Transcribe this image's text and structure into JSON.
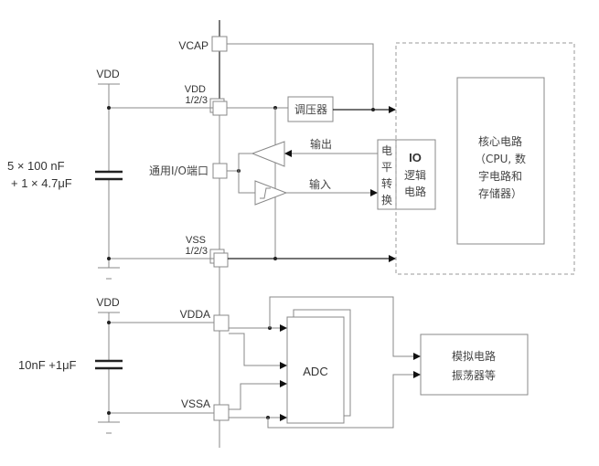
{
  "labels": {
    "vcap": "VCAP",
    "vdd_top": "VDD",
    "vdd_pin": "VDD",
    "vdd_pin_sub": "1/2/3",
    "io_port": "通用I/O端口",
    "vss_pin": "VSS",
    "vss_pin_sub": "1/2/3",
    "cap_top_1": "5 × 100 nF",
    "cap_top_2": "+ 1 × 4.7μF",
    "regulator": "调压器",
    "output": "输出",
    "input": "输入",
    "level_shift": [
      "电",
      "平",
      "转",
      "换"
    ],
    "io_logic_1": "IO",
    "io_logic_2": "逻辑",
    "io_logic_3": "电路",
    "core_1": "核心电路",
    "core_2": "（CPU, 数",
    "core_3": "字电路和",
    "core_4": "存储器）",
    "vdd_bottom": "VDD",
    "vdda": "VDDA",
    "vssa": "VSSA",
    "cap_bottom": "10nF +1μF",
    "adc": "ADC",
    "analog_1": "模拟电路",
    "analog_2": "振荡器等"
  }
}
